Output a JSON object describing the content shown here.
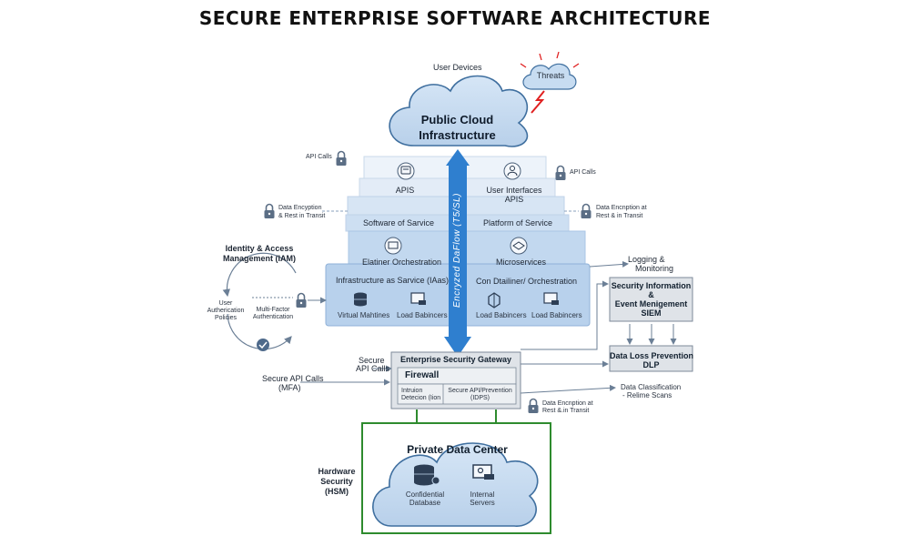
{
  "title": "SECURE ENTERPRISE SOFTWARE ARCHITECTURE",
  "cloud": {
    "user_devices": "User Devices",
    "title_line1": "Public Cloud",
    "title_line2": "Infrastructure",
    "threats": "Threats"
  },
  "layers": {
    "apis_label": "APIS",
    "user_interfaces_line1": "User Interfaces",
    "user_interfaces_line2": "APIS",
    "software_service": "Software of Sarvice",
    "platform_service": "Platform of Service",
    "container_orch": "Elatiner Orchestration",
    "microservices": "Microservices",
    "iaas": "Infrastructure as Sarvice (IAas)",
    "container_orch2": "Con Dtailiner/ Orchestration",
    "virtual_machines": "Virtual Mahtines",
    "load_balancers_1": "Load Babincers",
    "load_balancers_2": "Load Babincers",
    "load_balancers_3": "Load Babincers"
  },
  "encrypted_flow": "Encryzed DaFlow (T5/SL)",
  "side_left": {
    "api_calls": "API Calls",
    "data_enc_line1": "Data Encyption",
    "data_enc_line2": "& Rest in Transit",
    "iam_line1": "Identity & Access",
    "iam_line2": "Management (IAM)",
    "user_auth_line1": "User",
    "user_auth_line2": "Autherication",
    "user_auth_line3": "Policies",
    "mfa_line1": "Multi-Factor",
    "mfa_line2": "Authentication",
    "secure_api_line1": "Secure API Calls",
    "secure_api_line2": "(MFA)",
    "hsm_line1": "Hardware",
    "hsm_line2": "Security",
    "hsm_line3": "(HSM)"
  },
  "side_right": {
    "api_calls": "API Calls",
    "data_enc_line1": "Data Encnption at",
    "data_enc_line2": "Rest & in Transit",
    "logging_line1": "Logging &",
    "logging_line2": "Monitoring",
    "siem_line1": "Security Information",
    "siem_line2": "&",
    "siem_line3": "Event Menigement",
    "siem_line4": "SIEM",
    "dlp_line1": "Data Loss Prevention",
    "dlp_line2": "DLP",
    "classification_line1": "Data Classification",
    "classification_line2": "- Relime Scans",
    "data_enc2_line1": "Data Encnption at",
    "data_enc2_line2": "Rest &.in Transit"
  },
  "gateway": {
    "secure_api_line1": "Secure",
    "secure_api_line2": "API Calls",
    "title": "Enterprise Security Gateway",
    "firewall": "Firewall",
    "ids_line1": "Intruion",
    "ids_line2": "Detecion (Iion",
    "ips_line1": "Secure API/Prevention",
    "ips_line2": "(IDPS)"
  },
  "datacenter": {
    "title": "Private Data Center",
    "db_line1": "Confidential",
    "db_line2": "Database",
    "srv_line1": "Internal",
    "srv_line2": "Servers"
  },
  "colors": {
    "layer_light": "#e6eef8",
    "layer_mid": "#d0e0f2",
    "layer_dark": "#b9d1ec",
    "cloud_fill": "#c3d8ee",
    "arrow_blue": "#2f7fcf",
    "green_border": "#2e8b2e",
    "box_gray": "#dfe3e8",
    "threat_red": "#e02020"
  }
}
